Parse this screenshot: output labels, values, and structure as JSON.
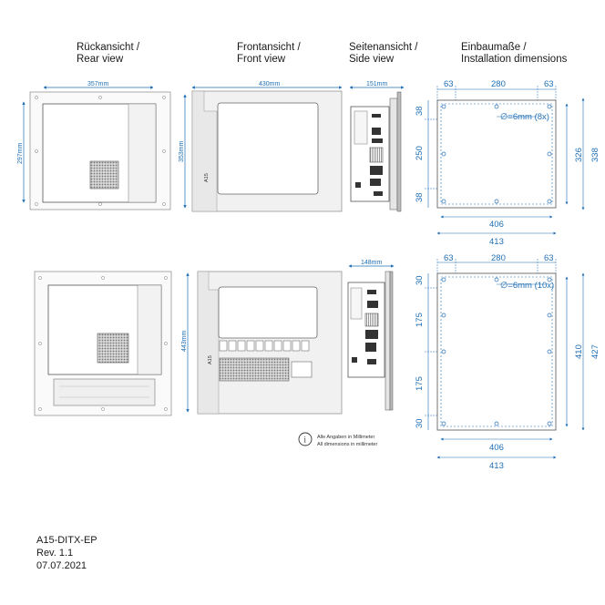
{
  "headers": {
    "rear": {
      "de": "Rückansicht /",
      "en": "Rear view"
    },
    "front": {
      "de": "Frontansicht /",
      "en": "Front view"
    },
    "side": {
      "de": "Seitenansicht /",
      "en": "Side view"
    },
    "install": {
      "de": "Einbaumaße /",
      "en": "Installation dimensions"
    }
  },
  "top_row": {
    "rear_width": "357mm",
    "rear_height": "297mm",
    "front_width": "430mm",
    "front_height": "353mm",
    "front_label": "A15",
    "side_width": "151mm",
    "install": {
      "top_left": "63",
      "top_mid": "280",
      "top_right": "63",
      "left_top": "38",
      "left_mid": "250",
      "left_bottom": "38",
      "right_inner": "326",
      "right_outer": "338",
      "bottom_inner": "406",
      "bottom_outer": "413",
      "holes": "∅=6mm (8x)"
    }
  },
  "bottom_row": {
    "front_height": "443mm",
    "front_label": "A15",
    "side_width": "148mm",
    "install": {
      "top_left": "63",
      "top_mid": "280",
      "top_right": "63",
      "left_top": "30",
      "left_mid1": "175",
      "left_mid2": "175",
      "left_bottom": "30",
      "right_inner": "410",
      "right_outer": "427",
      "bottom_inner": "406",
      "bottom_outer": "413",
      "holes": "∅=6mm (10x)"
    }
  },
  "note": {
    "de": "Alle Angaben in Millimeter",
    "en": "All dimensions in millimeter",
    "icon": "info-icon"
  },
  "footer": {
    "model": "A15-DITX-EP",
    "rev": "Rev. 1.1",
    "date": "07.07.2021"
  },
  "colors": {
    "dimension": "#1f6fb5",
    "outline": "#555555",
    "panel": "#f3f3f3",
    "accent": "#2a6f9e"
  }
}
